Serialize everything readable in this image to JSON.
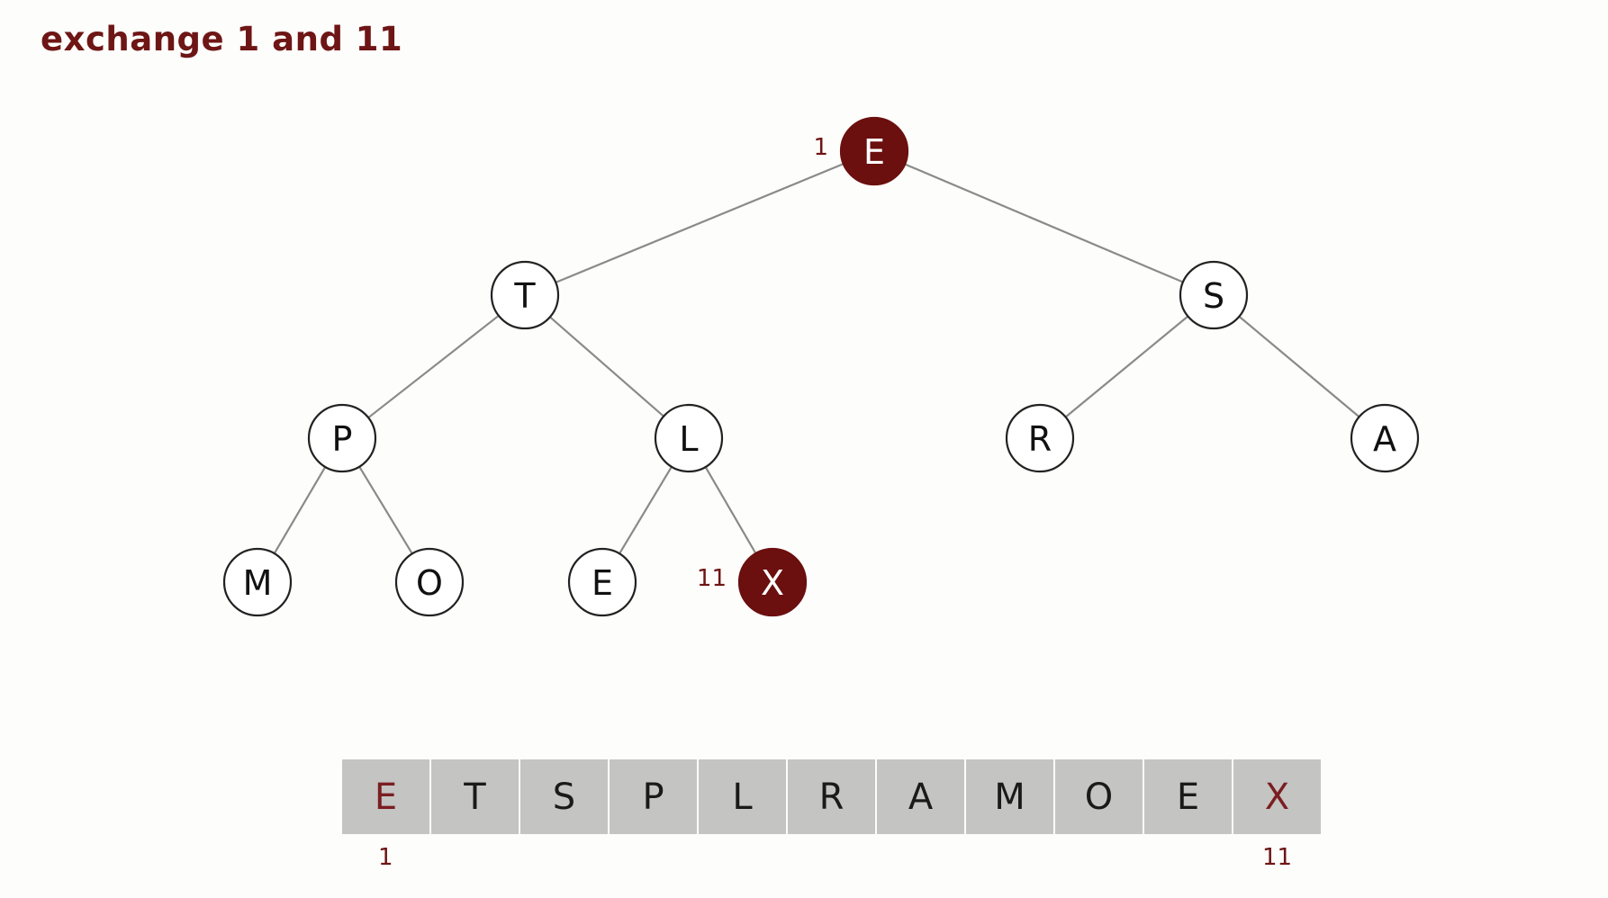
{
  "title": "exchange 1 and 11",
  "colors": {
    "highlight_fill": "#6b0f0f",
    "highlight_text": "#7a1e22",
    "node_stroke": "#222222",
    "edge": "#8a8a8a",
    "cell_bg": "#c4c4c2"
  },
  "tree": {
    "nodes": [
      {
        "label": "E",
        "highlight": true
      },
      {
        "label": "T",
        "highlight": false
      },
      {
        "label": "S",
        "highlight": false
      },
      {
        "label": "P",
        "highlight": false
      },
      {
        "label": "L",
        "highlight": false
      },
      {
        "label": "R",
        "highlight": false
      },
      {
        "label": "A",
        "highlight": false
      },
      {
        "label": "M",
        "highlight": false
      },
      {
        "label": "O",
        "highlight": false
      },
      {
        "label": "E",
        "highlight": false
      },
      {
        "label": "X",
        "highlight": true
      }
    ],
    "index_labels": [
      {
        "node": 1,
        "text": "1"
      },
      {
        "node": 11,
        "text": "11"
      }
    ]
  },
  "array": {
    "cells": [
      {
        "label": "E",
        "highlight": true
      },
      {
        "label": "T",
        "highlight": false
      },
      {
        "label": "S",
        "highlight": false
      },
      {
        "label": "P",
        "highlight": false
      },
      {
        "label": "L",
        "highlight": false
      },
      {
        "label": "R",
        "highlight": false
      },
      {
        "label": "A",
        "highlight": false
      },
      {
        "label": "M",
        "highlight": false
      },
      {
        "label": "O",
        "highlight": false
      },
      {
        "label": "E",
        "highlight": false
      },
      {
        "label": "X",
        "highlight": true
      }
    ],
    "index_labels": [
      {
        "cell": 1,
        "text": "1"
      },
      {
        "cell": 11,
        "text": "11"
      }
    ]
  }
}
